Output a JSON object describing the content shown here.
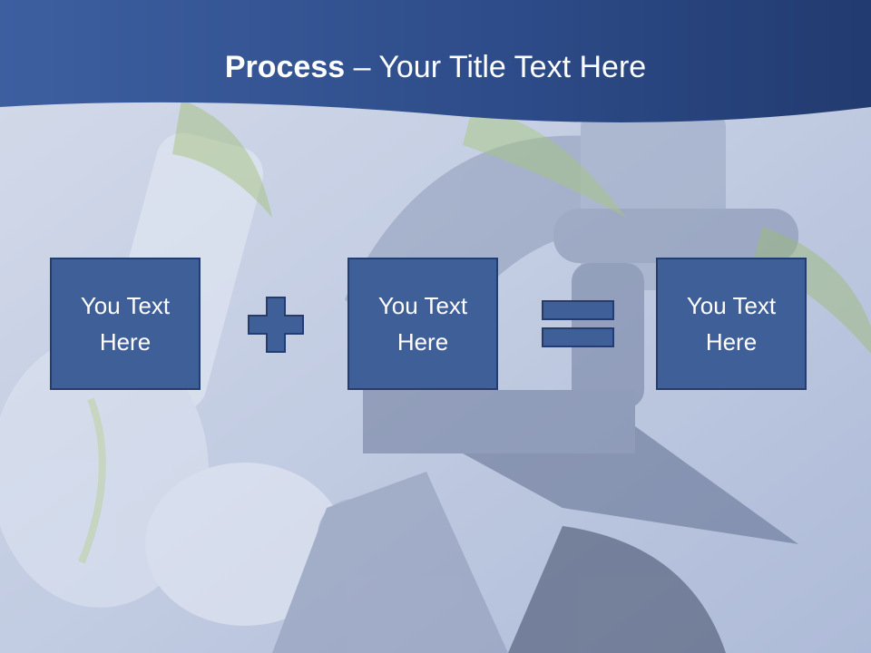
{
  "slide": {
    "title_bold": "Process",
    "title_separator": " – ",
    "title_rest": "Your Title Text Here"
  },
  "boxes": [
    {
      "text": "You Text Here"
    },
    {
      "text": "You Text Here"
    },
    {
      "text": "You Text Here"
    }
  ],
  "operators": [
    "plus-icon",
    "equals-icon"
  ],
  "colors": {
    "header_band": "#2f4d89",
    "box_fill": "#3f5f98",
    "box_border": "#243d6e",
    "background": "#c9d2e5"
  }
}
